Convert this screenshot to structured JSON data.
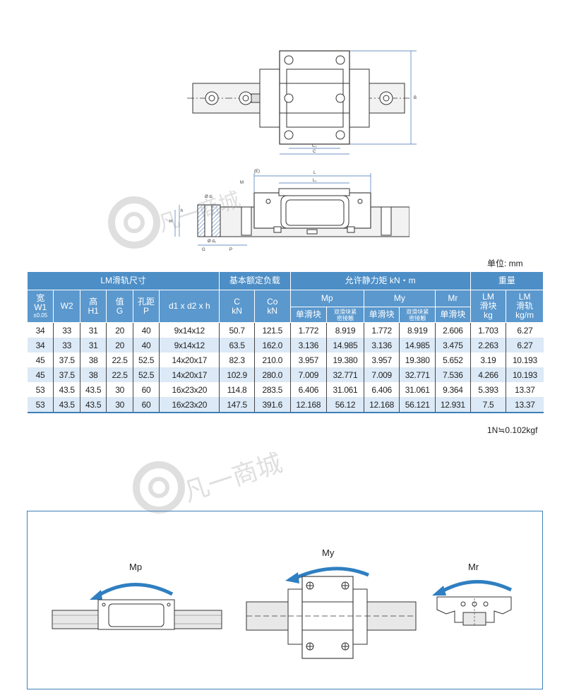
{
  "unit_label": "单位: mm",
  "conversion_note": "1N≒0.102kgf",
  "drawing_labels": {
    "B": "B",
    "C1": "C₁",
    "C": "C",
    "E": "(E)",
    "L": "L",
    "L1": "L₁",
    "H": "H",
    "h": "h",
    "d1": "Ø d₁",
    "d2": "Ø d₂",
    "G": "G",
    "P": "P",
    "M": "M"
  },
  "watermark_text": "凡一商城",
  "table": {
    "group_headers": {
      "rail": "LM滑轨尺寸",
      "load": "基本额定负载",
      "moment": "允许静力矩 kN・m",
      "weight": "重量"
    },
    "col_headers": {
      "w1_top": "宽",
      "w1_mid": "W1",
      "w1_tol": "±0.05",
      "w2": "W2",
      "h1_top": "高",
      "h1_bot": "H1",
      "g_top": "值",
      "g_bot": "G",
      "p_top": "孔距",
      "p_bot": "P",
      "d": "d1 x d2 x h",
      "c_top": "C",
      "c_bot": "kN",
      "co_top": "Co",
      "co_bot": "kN",
      "mp": "Mp",
      "my": "My",
      "mr": "Mr",
      "lm_block_top": "LM",
      "lm_block_mid": "滑块",
      "lm_block_bot": "kg",
      "lm_rail_top": "LM",
      "lm_rail_mid": "滑轨",
      "lm_rail_bot": "kg/m"
    },
    "sub_headers": {
      "single": "单滑块",
      "double_top": "双滑块紧",
      "double_bot": "密接触"
    },
    "rows": [
      [
        "34",
        "33",
        "31",
        "20",
        "40",
        "9x14x12",
        "50.7",
        "121.5",
        "1.772",
        "8.919",
        "1.772",
        "8.919",
        "2.606",
        "1.703",
        "6.27"
      ],
      [
        "34",
        "33",
        "31",
        "20",
        "40",
        "9x14x12",
        "63.5",
        "162.0",
        "3.136",
        "14.985",
        "3.136",
        "14.985",
        "3.475",
        "2.263",
        "6.27"
      ],
      [
        "45",
        "37.5",
        "38",
        "22.5",
        "52.5",
        "14x20x17",
        "82.3",
        "210.0",
        "3.957",
        "19.380",
        "3.957",
        "19.380",
        "5.652",
        "3.19",
        "10.193"
      ],
      [
        "45",
        "37.5",
        "38",
        "22.5",
        "52.5",
        "14x20x17",
        "102.9",
        "280.0",
        "7.009",
        "32.771",
        "7.009",
        "32.771",
        "7.536",
        "4.266",
        "10.193"
      ],
      [
        "53",
        "43.5",
        "43.5",
        "30",
        "60",
        "16x23x20",
        "114.8",
        "283.5",
        "6.406",
        "31.061",
        "6.406",
        "31.061",
        "9.364",
        "5.393",
        "13.37"
      ],
      [
        "53",
        "43.5",
        "43.5",
        "30",
        "60",
        "16x23x20",
        "147.5",
        "391.6",
        "12.168",
        "56.12",
        "12.168",
        "56.121",
        "12.931",
        "7.5",
        "13.37"
      ]
    ]
  },
  "moment_labels": {
    "mp": "Mp",
    "my": "My",
    "mr": "Mr"
  },
  "colors": {
    "header_blue": "#4d8ec6",
    "row_alt": "#dce9f6",
    "arrow_blue": "#2f7fc1",
    "dim_line": "#3f6fb0"
  }
}
